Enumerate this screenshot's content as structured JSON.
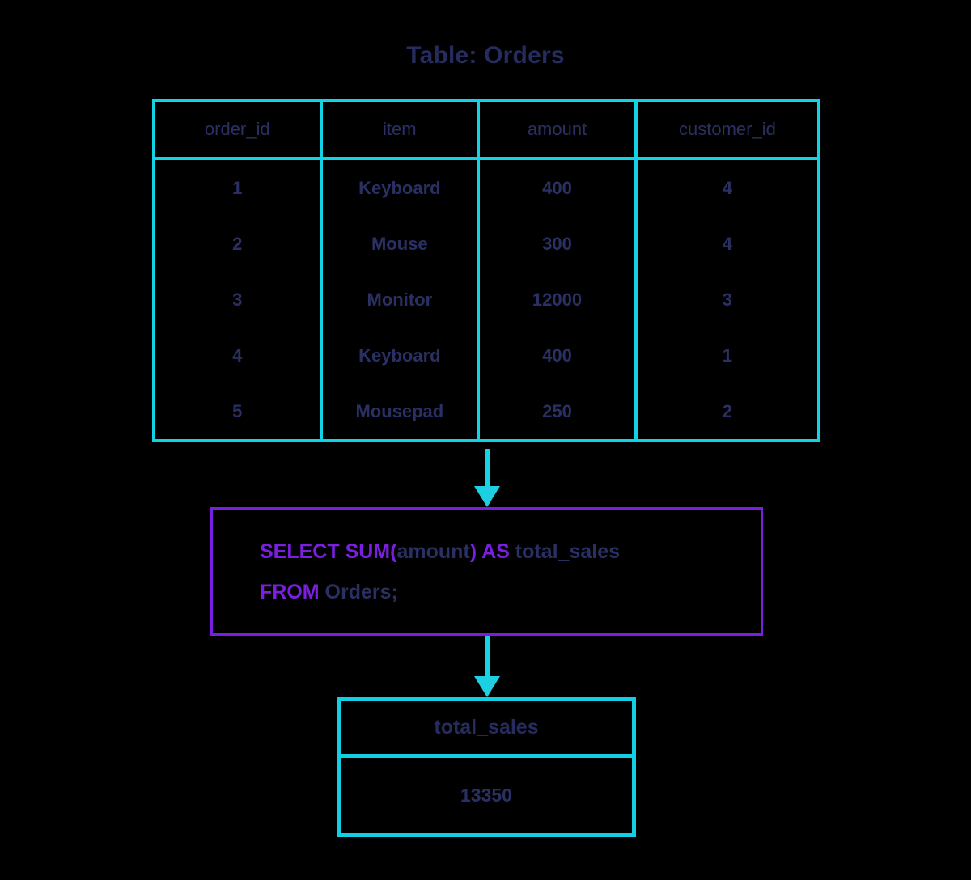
{
  "title": "Table: Orders",
  "colors": {
    "background": "#000000",
    "table_border": "#12d2e6",
    "text_navy": "#2a3063",
    "title_navy": "#262c5e",
    "sql_border": "#7a1fe0",
    "sql_keyword": "#7a1fe0",
    "arrow": "#15d4e4"
  },
  "source_table": {
    "name": "Orders",
    "columns": [
      "order_id",
      "item",
      "amount",
      "customer_id"
    ],
    "rows": [
      [
        "1",
        "Keyboard",
        "400",
        "4"
      ],
      [
        "2",
        "Mouse",
        "300",
        "4"
      ],
      [
        "3",
        "Monitor",
        "12000",
        "3"
      ],
      [
        "4",
        "Keyboard",
        "400",
        "1"
      ],
      [
        "5",
        "Mousepad",
        "250",
        "2"
      ]
    ]
  },
  "arrows": [
    {
      "name": "table-to-sql",
      "direction": "down"
    },
    {
      "name": "sql-to-result",
      "direction": "down"
    }
  ],
  "sql_query": {
    "full_text": "SELECT SUM(amount) AS total_sales FROM Orders;",
    "lines": [
      {
        "tokens": [
          {
            "text": "SELECT SUM(",
            "type": "keyword"
          },
          {
            "text": "amount",
            "type": "identifier"
          },
          {
            "text": ") AS ",
            "type": "keyword"
          },
          {
            "text": "total_sales",
            "type": "identifier"
          }
        ]
      },
      {
        "tokens": [
          {
            "text": "FROM ",
            "type": "keyword"
          },
          {
            "text": "Orders;",
            "type": "identifier"
          }
        ]
      }
    ]
  },
  "result_table": {
    "column": "total_sales",
    "value": "13350"
  }
}
